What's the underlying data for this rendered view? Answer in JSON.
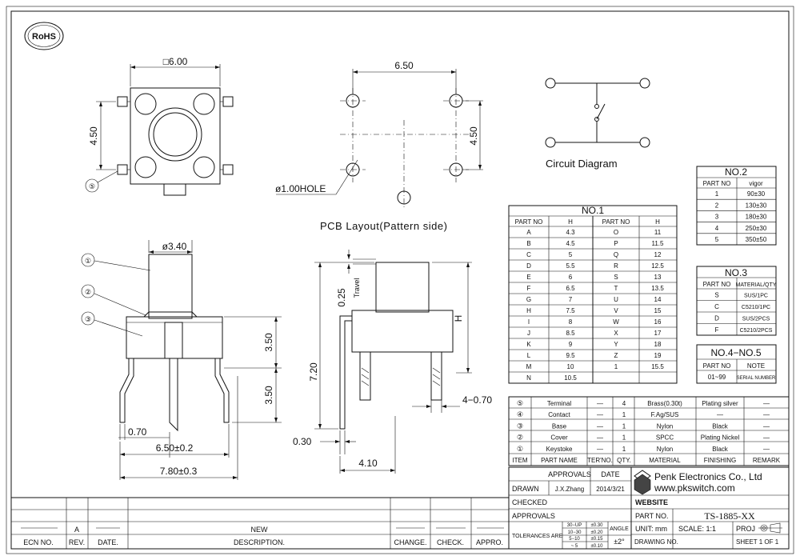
{
  "rohs_label": "RoHS",
  "dims": {
    "top_square": "□6.00",
    "top_height": "4.50",
    "pcb_width": "6.50",
    "pcb_height": "4.50",
    "hole": "ø1.00HOLE",
    "knob_dia": "ø3.40",
    "h_350_a": "3.50",
    "h_350_b": "3.50",
    "w_070": "0.70",
    "w_650": "6.50±0.2",
    "w_780": "7.80±0.3",
    "travel_val": "0.25",
    "travel_label": "Travel",
    "h_720": "7.20",
    "h_label": "H",
    "w_030": "0.30",
    "w_410": "4.10",
    "w_4070": "4−0.70"
  },
  "callouts": [
    "①",
    "②",
    "③",
    "⑤"
  ],
  "pcb_layout_label": "PCB Layout(Pattern side)",
  "circuit_label": "Circuit Diagram",
  "no1": {
    "title": "NO.1",
    "head_part": "PART NO",
    "head_h": "H",
    "left": [
      [
        "A",
        "4.3"
      ],
      [
        "B",
        "4.5"
      ],
      [
        "C",
        "5"
      ],
      [
        "D",
        "5.5"
      ],
      [
        "E",
        "6"
      ],
      [
        "F",
        "6.5"
      ],
      [
        "G",
        "7"
      ],
      [
        "H",
        "7.5"
      ],
      [
        "I",
        "8"
      ],
      [
        "J",
        "8.5"
      ],
      [
        "K",
        "9"
      ],
      [
        "L",
        "9.5"
      ],
      [
        "M",
        "10"
      ],
      [
        "N",
        "10.5"
      ]
    ],
    "right": [
      [
        "O",
        "11"
      ],
      [
        "P",
        "11.5"
      ],
      [
        "Q",
        "12"
      ],
      [
        "R",
        "12.5"
      ],
      [
        "S",
        "13"
      ],
      [
        "T",
        "13.5"
      ],
      [
        "U",
        "14"
      ],
      [
        "V",
        "15"
      ],
      [
        "W",
        "16"
      ],
      [
        "X",
        "17"
      ],
      [
        "Y",
        "18"
      ],
      [
        "Z",
        "19"
      ],
      [
        "1",
        "15.5"
      ]
    ]
  },
  "no2": {
    "title": "NO.2",
    "head_part": "PART NO",
    "head_v": "vigor",
    "rows": [
      [
        "1",
        "90±30"
      ],
      [
        "2",
        "130±30"
      ],
      [
        "3",
        "180±30"
      ],
      [
        "4",
        "250±30"
      ],
      [
        "5",
        "350±50"
      ]
    ]
  },
  "no3": {
    "title": "NO.3",
    "head_part": "PART NO",
    "head_m": "MATERIAL/QTY",
    "rows": [
      [
        "S",
        "SUS/1PC"
      ],
      [
        "C",
        "C5210/1PC"
      ],
      [
        "D",
        "SUS/2PCS"
      ],
      [
        "F",
        "C5210/2PCS"
      ]
    ]
  },
  "no4": {
    "title": "NO.4−NO.5",
    "head_part": "PART NO",
    "head_n": "NOTE",
    "rows": [
      [
        "01~99",
        "SERIAL NUMBER"
      ]
    ]
  },
  "bom": {
    "rows": [
      {
        "item": "⑤",
        "name": "Terminal",
        "ter": "—",
        "qty": "4",
        "material": "Brass(0.30t)",
        "finish": "Plating silver",
        "remark": "—"
      },
      {
        "item": "④",
        "name": "Contact",
        "ter": "—",
        "qty": "1",
        "material": "F.Ag/SUS",
        "finish": "—",
        "remark": "—"
      },
      {
        "item": "③",
        "name": "Base",
        "ter": "—",
        "qty": "1",
        "material": "Nylon",
        "finish": "Black",
        "remark": "—"
      },
      {
        "item": "②",
        "name": "Cover",
        "ter": "—",
        "qty": "1",
        "material": "SPCC",
        "finish": "Plating Nickel",
        "remark": "—"
      },
      {
        "item": "①",
        "name": "Keystoke",
        "ter": "—",
        "qty": "1",
        "material": "Nylon",
        "finish": "Black",
        "remark": "—"
      }
    ],
    "header": {
      "item": "ITEM",
      "name": "PART NAME",
      "ter": "TER'NO.",
      "qty": "QTY.",
      "material": "MATERIAL",
      "finish": "FINISHING",
      "remark": "REMARK"
    }
  },
  "title_block": {
    "approvals": "APPROVALS",
    "date": "DATE",
    "drawn": "DRAWN",
    "drawn_by": "J.X.Zhang",
    "drawn_date": "2014/3/21",
    "checked": "CHECKED",
    "approvals2": "APPROVALS",
    "tolerances": "TOLERANCES ARE",
    "tol_ranges": [
      "30−UP",
      "10−30",
      "5−10",
      "~ 5"
    ],
    "tol_vals": [
      "±0.30",
      "±0.20",
      "±0.15",
      "±0.10"
    ],
    "angle": "ANGLE",
    "angle_val": "±2°",
    "company": "Penk Electronics Co., Ltd",
    "website": "www.pkswitch.com",
    "website_label": "WEBSITE",
    "part_no_label": "PART NO.",
    "part_no": "TS-1885-XX",
    "unit": "UNIT: mm",
    "scale": "SCALE:  1:1",
    "proj": "PROJ",
    "drawing_no": "DRAWING NO.",
    "sheet": "SHEET  1  OF  1"
  },
  "revision": {
    "rev": "A",
    "desc": "NEW",
    "headers": [
      "ECN NO.",
      "REV.",
      "DATE.",
      "DESCRIPTION.",
      "CHANGE.",
      "CHECK.",
      "APPRO."
    ]
  }
}
